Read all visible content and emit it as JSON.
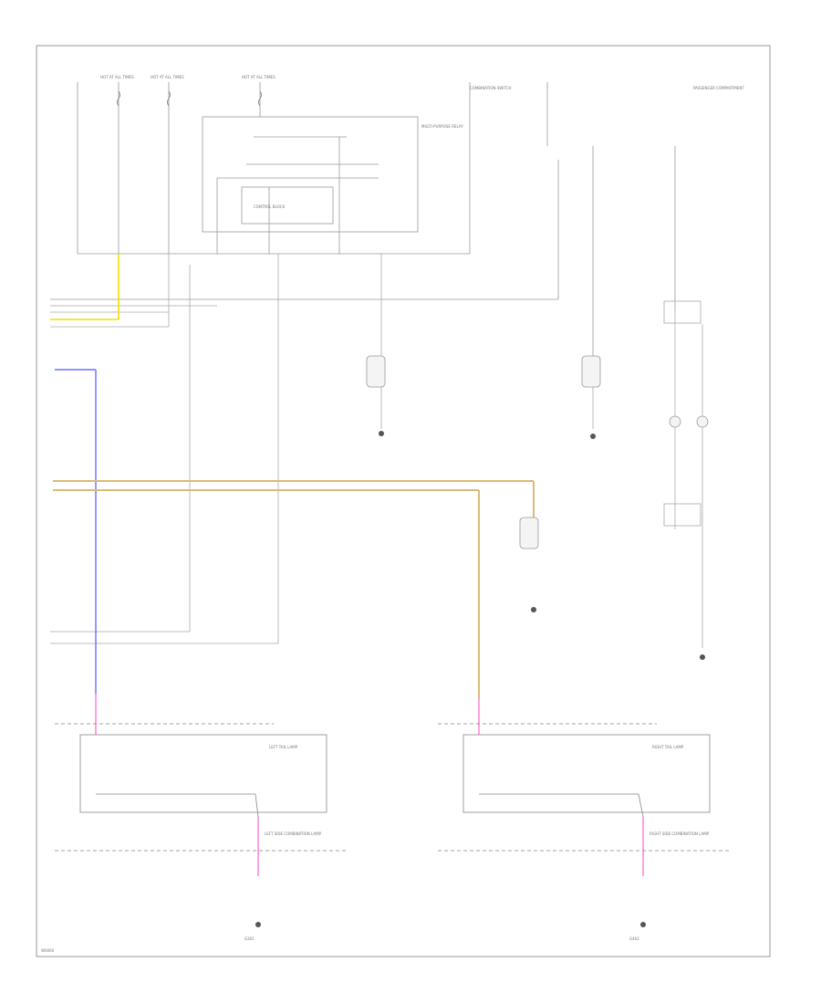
{
  "diagram": {
    "fuses": [
      "HOT AT ALL TIMES",
      "HOT AT ALL TIMES",
      "HOT AT ALL TIMES"
    ],
    "relay_box_label": "MULTI-PURPOSE RELAY",
    "control_block_label": "CONTROL BLOCK",
    "left_top_label": "COMBINATION SWITCH",
    "right_top_label": "PASSENGER COMPARTMENT",
    "left_tail_label": "LEFT TAIL LAMP",
    "right_tail_label": "RIGHT TAIL LAMP",
    "left_lamp_label": "LEFT SIDE COMBINATION LAMP",
    "right_lamp_label": "RIGHT SIDE COMBINATION LAMP",
    "left_ground_label": "G301",
    "right_ground_label": "G402",
    "page_ref": "W0000"
  },
  "colors": {
    "wire": "#aaaaaa",
    "frame": "#9a9a9a",
    "yellow": "#f0e100",
    "blue": "#6b6bff",
    "tan": "#d9bc78",
    "pink": "#ff88dd",
    "ground": "#555555"
  }
}
